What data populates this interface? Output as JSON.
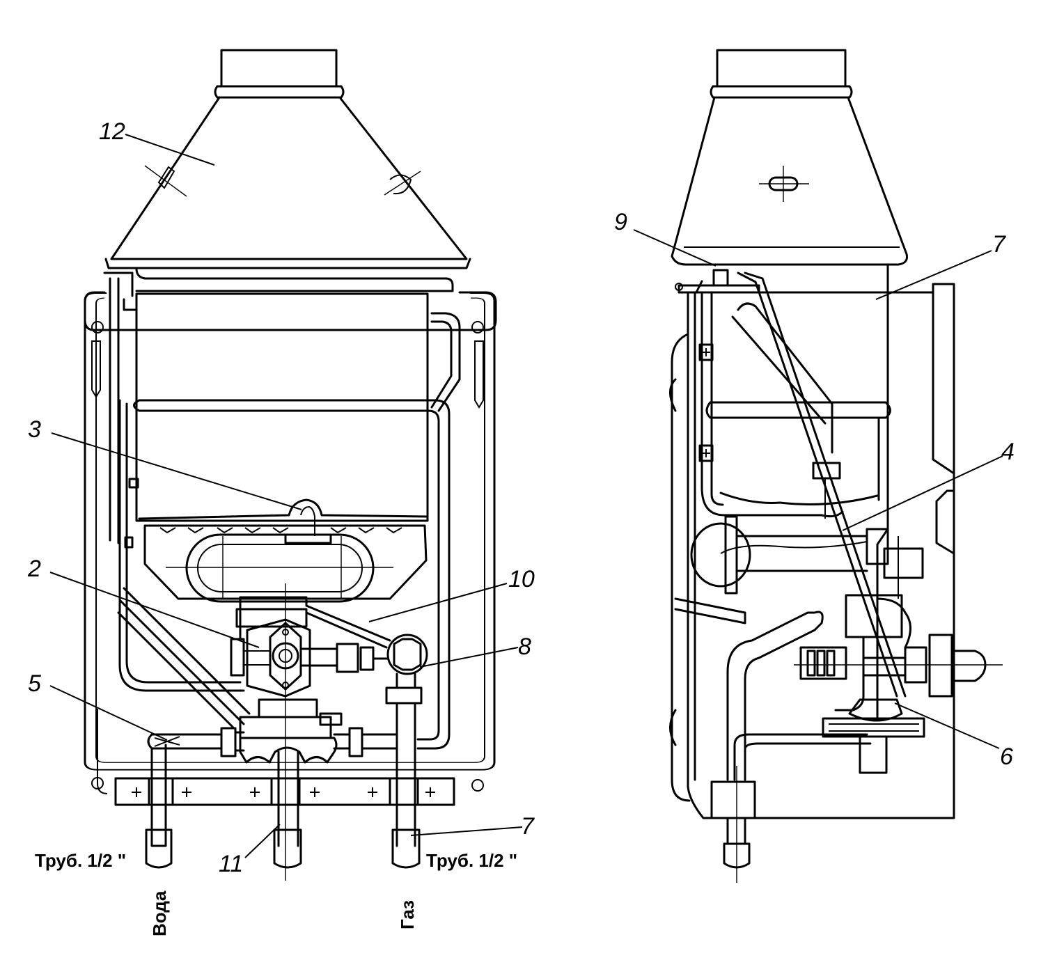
{
  "front_view": {
    "labels": {
      "l12": "12",
      "l3": "3",
      "l2": "2",
      "l10": "10",
      "l8": "8",
      "l5": "5",
      "l11": "11",
      "l7": "7"
    },
    "notes": {
      "pipe_left": "Труб. 1/2 \"",
      "pipe_right": "Труб. 1/2 \""
    },
    "connections": {
      "water": "Вода",
      "gas": "Газ"
    }
  },
  "side_view": {
    "labels": {
      "l9": "9",
      "l7": "7",
      "l4": "4",
      "l6": "6"
    }
  }
}
